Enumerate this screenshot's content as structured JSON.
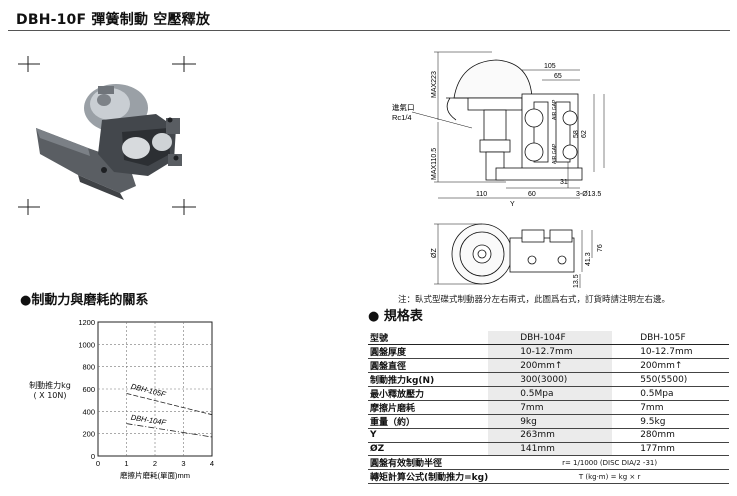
{
  "page": {
    "title": "DBH-10F 彈簧制動  空壓釋放"
  },
  "drawing": {
    "labels": {
      "dim_105": "105",
      "dim_65": "65",
      "dim_max223": "MAX223",
      "inlet": "進氣口",
      "inlet_size": "Rc1/4",
      "dim_max110_5": "MAX110.5",
      "air_gap": "AIR GAP",
      "dim_110": "110",
      "dim_60": "60",
      "dim_31": "31",
      "holes": "3-Ø13.5",
      "dim_y": "Y",
      "dim_58": "58",
      "dim_62": "62",
      "dim_oz": "ØZ",
      "dim_76": "76",
      "dim_41_3": "41.3",
      "dim_13_5": "13.5"
    }
  },
  "note": "注：臥式型碟式制動器分左右兩式，此圖爲右式，訂貨時請注明左右邊。",
  "chart_section": {
    "heading": "●制動力與磨耗的關系",
    "ylabel_line1": "制動推力kg",
    "ylabel_line2": "( X 10N)"
  },
  "chart_data": {
    "type": "line",
    "xlabel": "磨擦片磨耗(單面)mm",
    "ylabel": "制動推力kg ( X 10N)",
    "xlim": [
      0,
      4
    ],
    "ylim": [
      0,
      1200
    ],
    "xticks": [
      "0",
      "1",
      "2",
      "3",
      "4"
    ],
    "yticks": [
      "0",
      "200",
      "400",
      "600",
      "800",
      "1000",
      "1200"
    ],
    "grid": true,
    "series": [
      {
        "name": "DBH-105F",
        "x": [
          1,
          4
        ],
        "y": [
          560,
          370
        ]
      },
      {
        "name": "DBH-104F",
        "x": [
          1,
          4
        ],
        "y": [
          290,
          170
        ]
      }
    ]
  },
  "spec_section": {
    "heading": "● 規格表",
    "header": {
      "k": "型號",
      "a": "DBH-104F",
      "b": "DBH-105F"
    },
    "rows": [
      {
        "k": "圓盤厚度",
        "a": "10-12.7mm",
        "b": "10-12.7mm"
      },
      {
        "k": "圓盤直徑",
        "a": "200mm↑",
        "b": "200mm↑"
      },
      {
        "k": "制動推力kg(N)",
        "a": "300(3000)",
        "b": "550(5500)"
      },
      {
        "k": "最小釋放壓力",
        "a": "0.5Mpa",
        "b": "0.5Mpa"
      },
      {
        "k": "摩擦片磨耗",
        "a": "7mm",
        "b": "7mm"
      },
      {
        "k": "重量（約）",
        "a": "9kg",
        "b": "9.5kg"
      },
      {
        "k": "  Y",
        "a": "263mm",
        "b": "280mm"
      },
      {
        "k": "ØZ",
        "a": "141mm",
        "b": "177mm"
      },
      {
        "k": "圓盤有效制動半徑",
        "formula": "r= 1/1000 (DISC DIA/2 -31)"
      },
      {
        "k": "轉矩計算公式(制動推力=kg)",
        "formula": "T (kg·m) = kg × r"
      }
    ]
  }
}
